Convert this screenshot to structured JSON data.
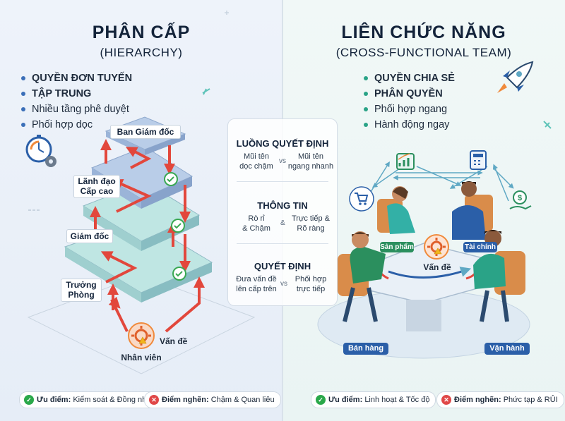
{
  "left": {
    "title": "PHÂN CẤP",
    "subtitle": "(HIERARCHY)",
    "bullets": [
      "QUYỀN ĐƠN TUYẾN",
      "TẬP TRUNG",
      "Nhiều tầng phê duyệt",
      "Phối hợp dọc"
    ],
    "levels": {
      "top": "Ban Giám đốc",
      "senior": [
        "Lãnh đạo",
        "Cấp cao"
      ],
      "director": "Giám đốc",
      "head": [
        "Trưởng",
        "Phòng"
      ],
      "staff": "Nhân viên"
    },
    "issue_label": "Vấn đề",
    "pros": {
      "label": "Ưu điểm:",
      "text": "Kiểm soát & Đồng nhất"
    },
    "cons": {
      "label": "Điểm nghẽn:",
      "text": "Chậm & Quan liêu"
    }
  },
  "right": {
    "title": "LIÊN CHỨC NĂNG",
    "subtitle": "(CROSS-FUNCTIONAL TEAM)",
    "bullets": [
      "QUYỀN CHIA SẺ",
      "PHÂN QUYỀN",
      "Phối hợp ngang",
      "Hành động ngay"
    ],
    "roles": {
      "product": "Sản phẩm",
      "finance": "Tài chính",
      "sales": "Bán hàng",
      "operations": "Vận hành"
    },
    "issue_label": "Vấn đề",
    "pros": {
      "label": "Ưu điểm:",
      "text": "Linh hoạt & Tốc độ"
    },
    "cons": {
      "label": "Điểm nghẽn:",
      "text": "Phức tạp & RỦI"
    }
  },
  "comparison": {
    "sections": [
      {
        "title": "LUỒNG QUYẾT ĐỊNH",
        "left": [
          "Mũi tên",
          "dọc chậm"
        ],
        "connector": "vs",
        "right": [
          "Mũi tên",
          "ngang nhanh"
        ]
      },
      {
        "title": "THÔNG TIN",
        "left": [
          "Rò rỉ",
          "& Chậm"
        ],
        "connector": "&",
        "right": [
          "Trực tiếp &",
          "Rõ ràng"
        ]
      },
      {
        "title": "QUYẾT ĐỊNH",
        "left": [
          "Đưa vấn đề",
          "lên cấp trên"
        ],
        "connector": "vs",
        "right": [
          "Phối hợp",
          "trực tiếp"
        ]
      }
    ]
  },
  "colors": {
    "arrow_red": "#e2473c",
    "check_green": "#3aa853",
    "layer_teal": "#bfe6e3",
    "layer_blue": "#b9cde8",
    "accent_orange": "#f08a3c"
  },
  "icons": [
    "stopwatch-gear-icon",
    "check-icon",
    "issue-gear-icon",
    "rocket-icon",
    "chart-icon",
    "cart-icon",
    "calculator-icon",
    "money-hand-icon"
  ]
}
